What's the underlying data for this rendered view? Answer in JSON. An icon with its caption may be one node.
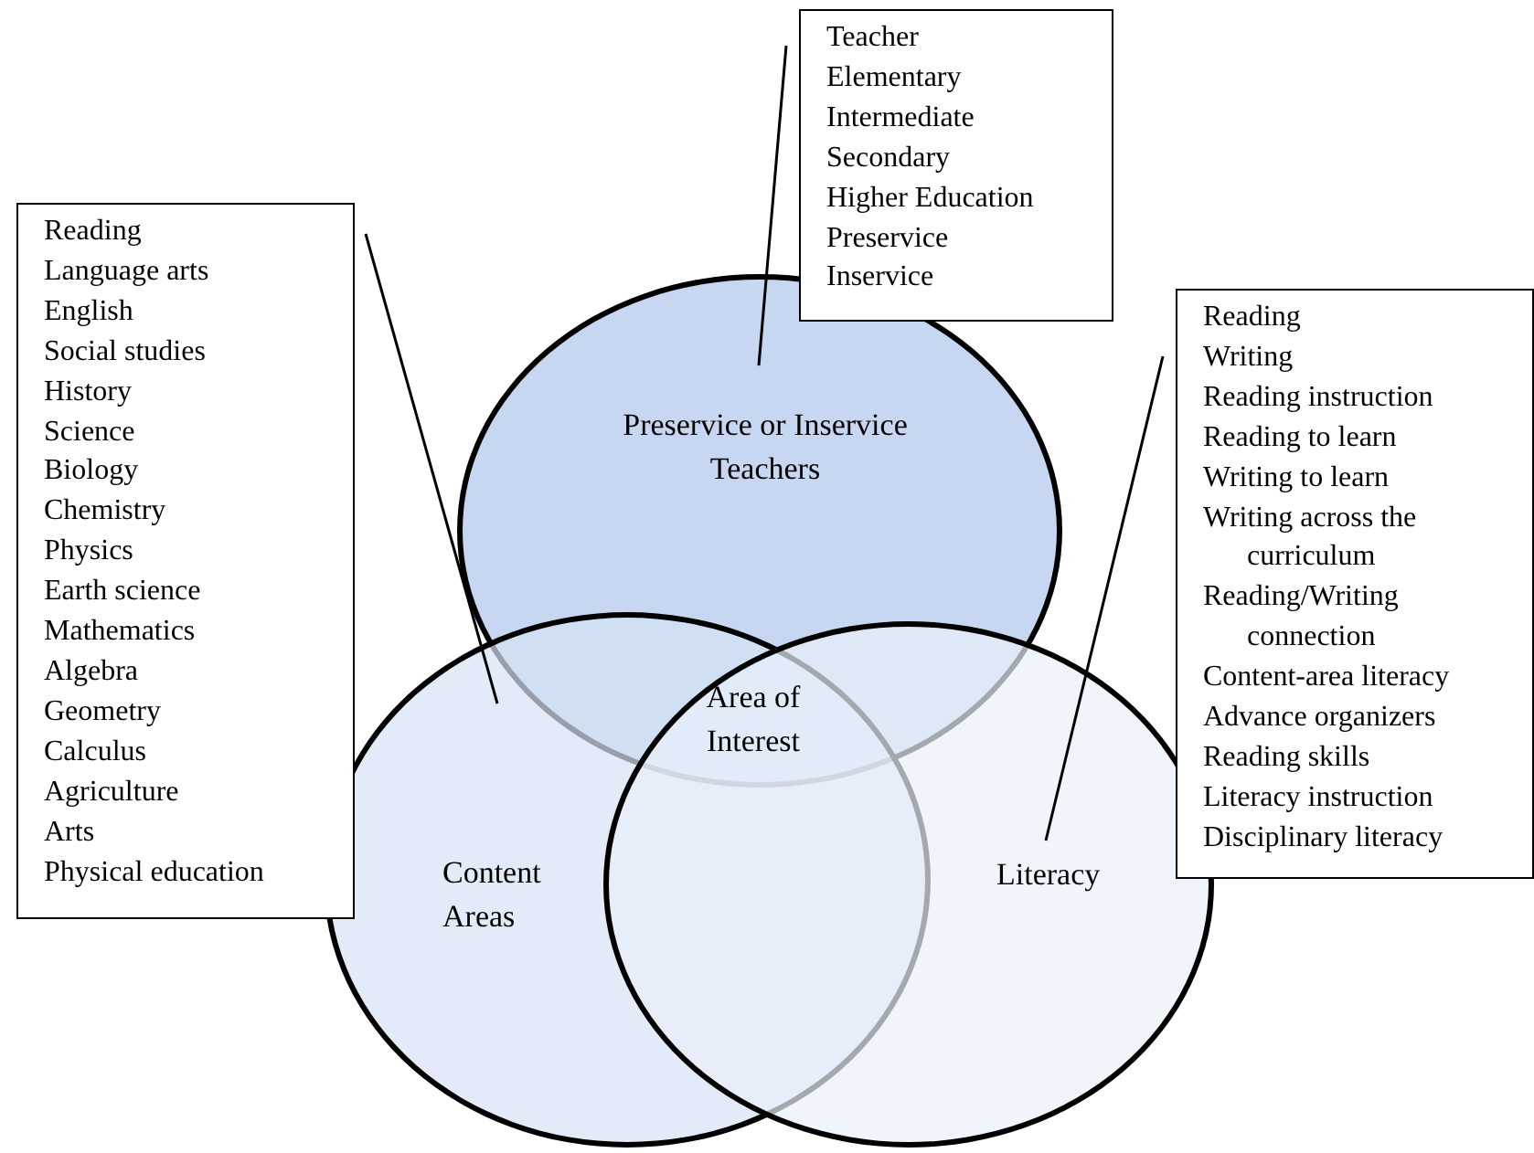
{
  "diagram": {
    "nodes": [
      {
        "text": [
          "Preservice or Inservice Teachers"
        ]
      },
      {
        "text": [
          "Content Areas"
        ]
      },
      {
        "text": [
          "Literacy"
        ]
      },
      {
        "text": [
          "Teacher",
          "Elementary",
          "Intermediate",
          "Secondary",
          "Higher Education",
          "Preservice",
          "Inservice"
        ]
      },
      {
        "text": [
          "Reading",
          "Language arts",
          "English",
          "Social studies",
          "History",
          "Science",
          "Biology",
          "Chemistry",
          "Physics",
          "Earth science",
          "Mathematics",
          "Algebra",
          "Geometry",
          "Calculus",
          "Agriculture",
          "Arts",
          "Physical education"
        ]
      },
      {
        "text": [
          "Reading",
          "Writing",
          "Reading instruction",
          "Reading to learn",
          "Writing to learn",
          "Writing across the curriculum",
          "Reading/Writing connection",
          "Content-area literacy",
          "Advance organizers",
          "Reading skills",
          "Literacy instruction",
          "Disciplinary literacy"
        ]
      }
    ],
    "edges": [
      {
        "from": 3,
        "to": 0,
        "arrow": "none"
      },
      {
        "from": 4,
        "to": 1,
        "arrow": "none"
      },
      {
        "from": 5,
        "to": 2,
        "arrow": "none"
      }
    ],
    "labels": [
      "Area of Interest"
    ]
  }
}
